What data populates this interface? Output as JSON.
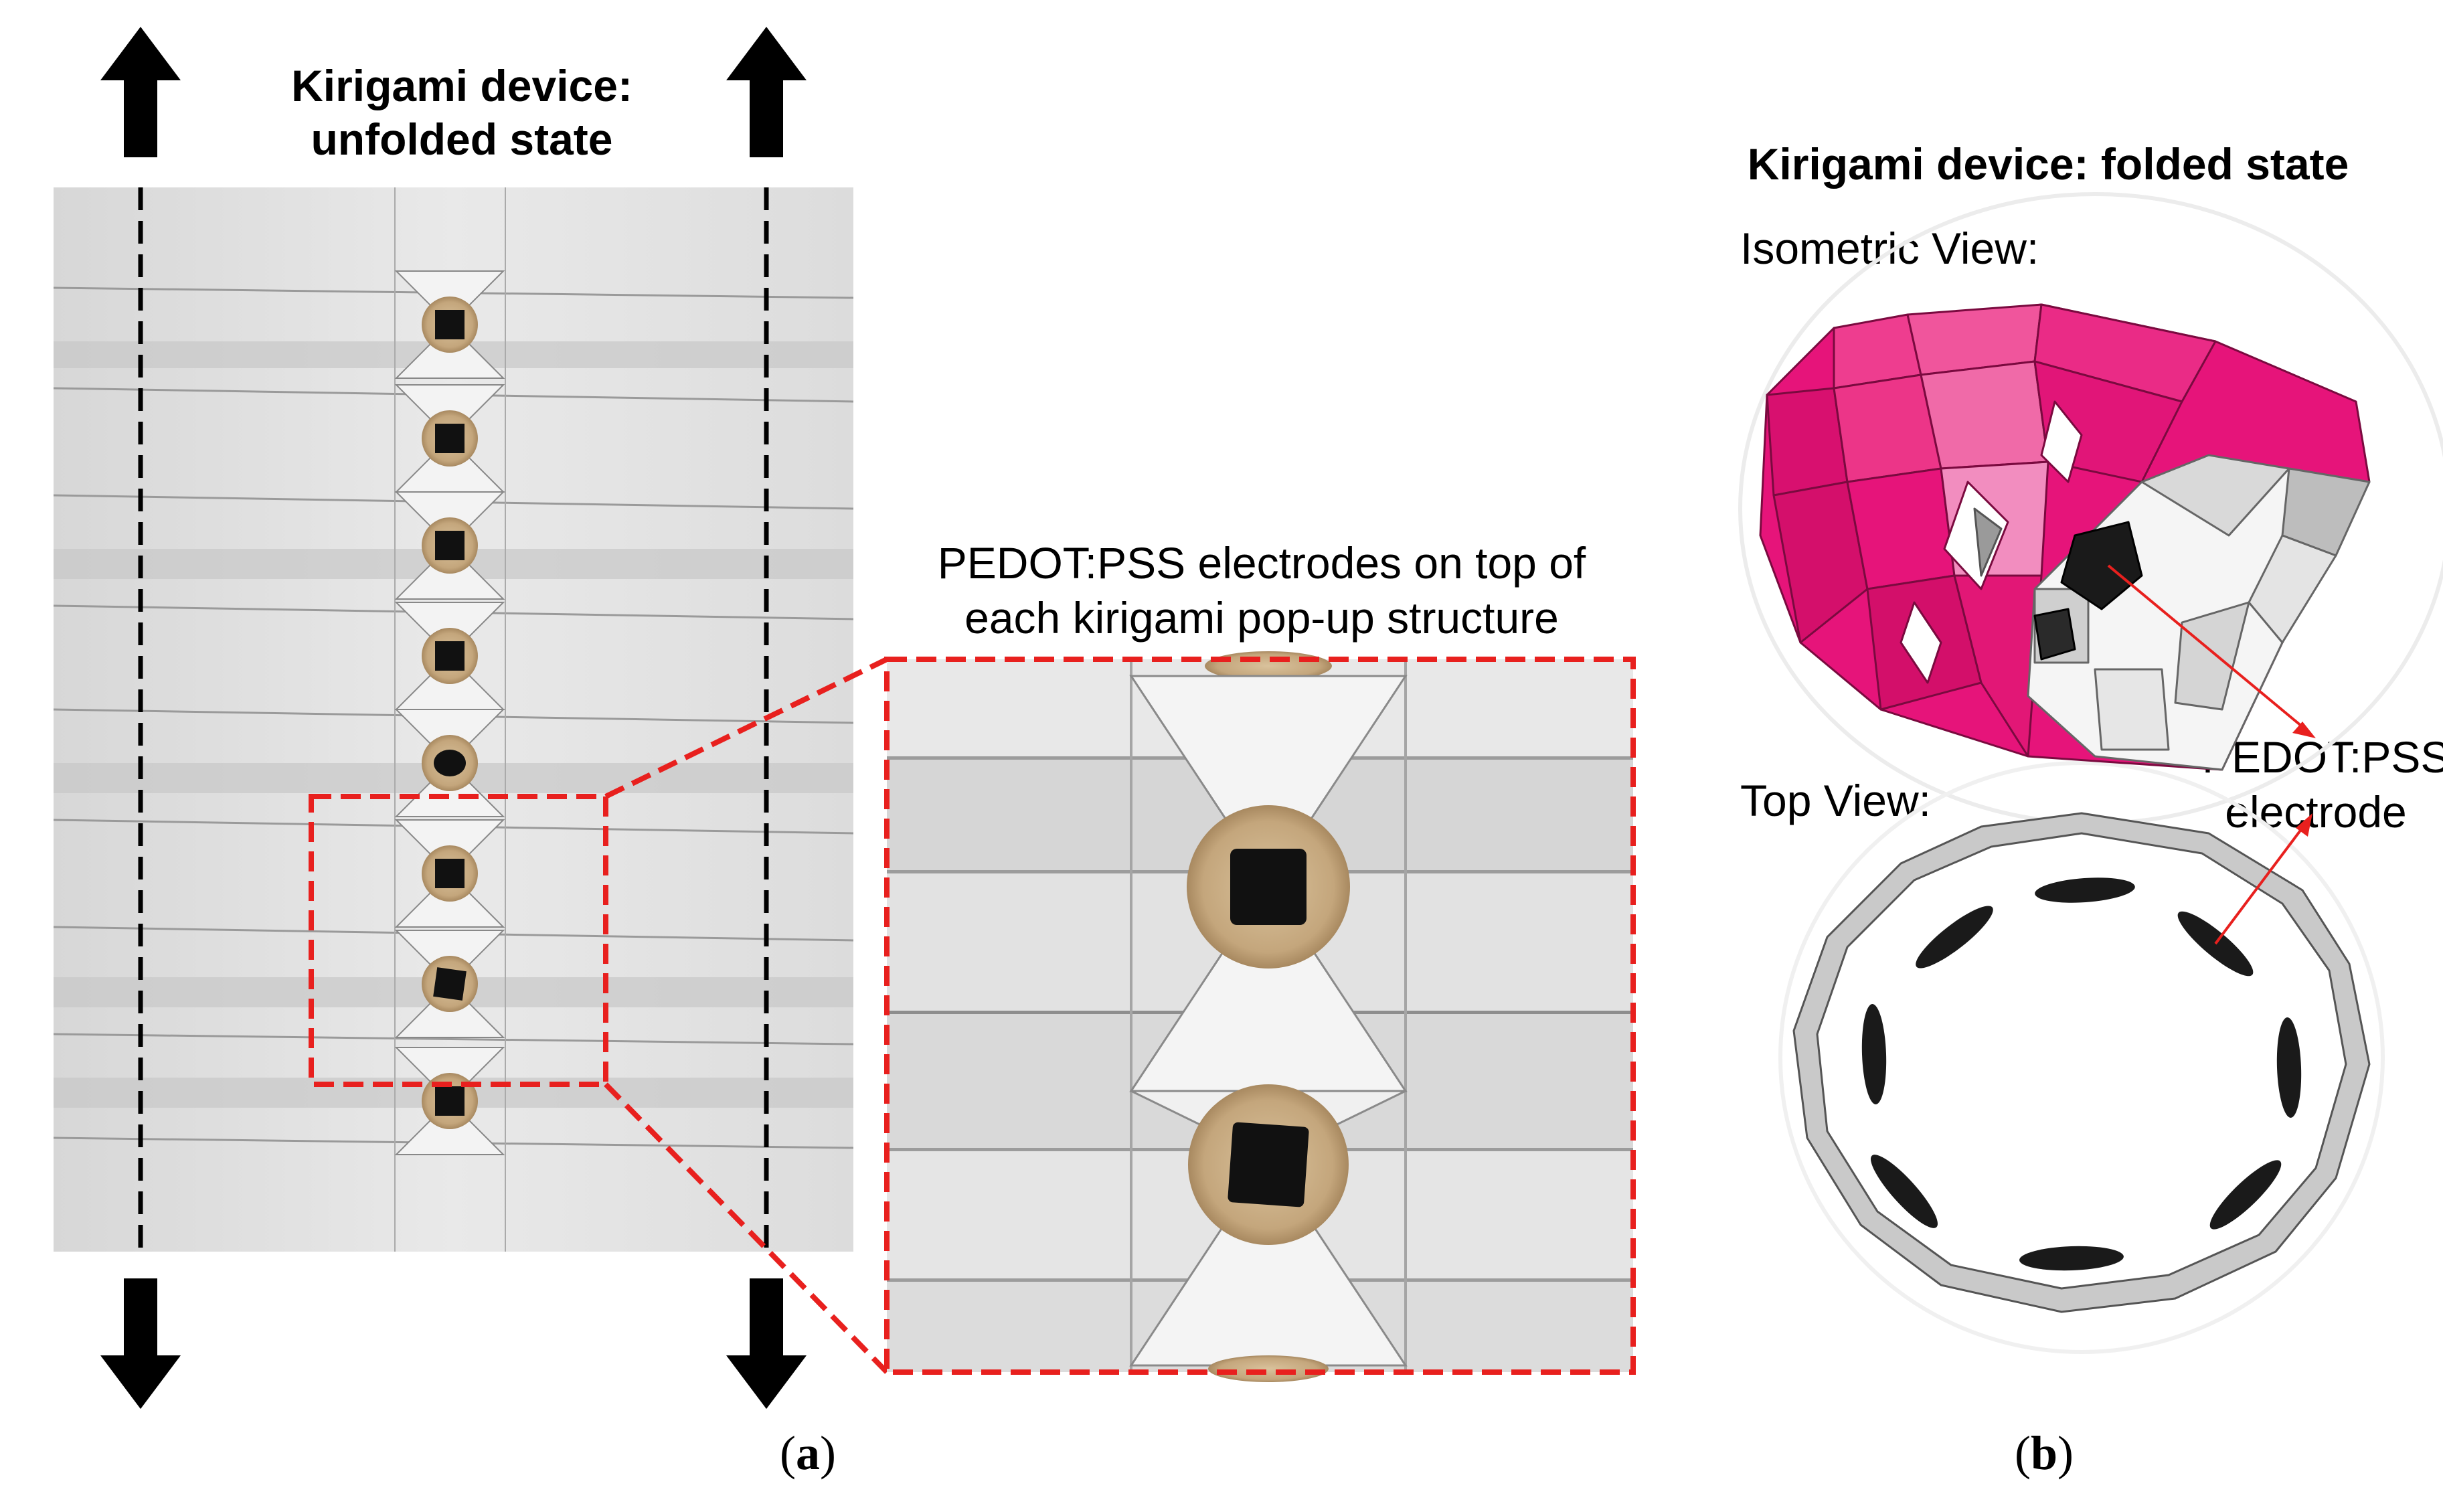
{
  "panel_a": {
    "title_line1": "Kirigami device:",
    "title_line2": "unfolded state",
    "zoom_caption_line1": "PEDOT:PSS electrodes on top of",
    "zoom_caption_line2": "each kirigami pop-up structure",
    "label_open": "(",
    "label_letter": "a",
    "label_close": ")"
  },
  "panel_b": {
    "title": "Kirigami device: folded state",
    "isometric_label": "Isometric View:",
    "top_label": "Top View:",
    "electrode_label_line1": "PEDOT:PSS",
    "electrode_label_line2": "electrode",
    "label_open": "(",
    "label_letter": "b",
    "label_close": ")"
  },
  "colors": {
    "highlight_box": "#e8201e",
    "kirigami_surface": "#e6147a",
    "electrode": "#1a1a1a",
    "pad": "#c9ae86",
    "paper": "#e4e4e4"
  }
}
